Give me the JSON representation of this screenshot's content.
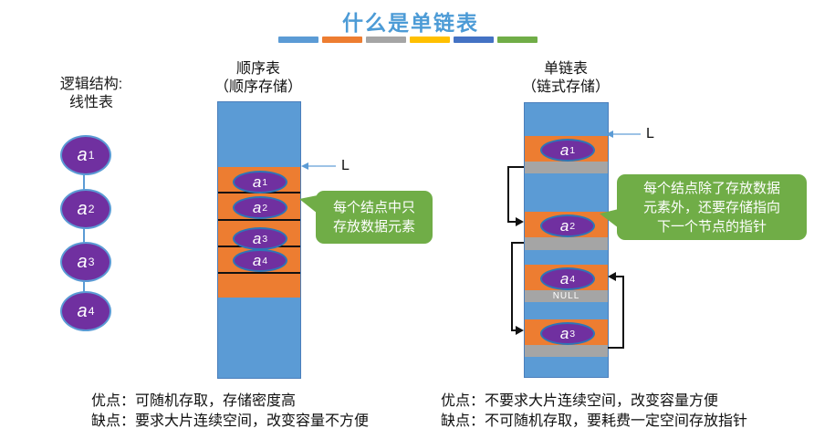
{
  "title": "什么是单链表",
  "colors": {
    "accent_blue": "#5B9BD5",
    "orange": "#ED7D31",
    "gray": "#A5A5A5",
    "gold": "#FFC000",
    "dark_blue": "#4472C4",
    "green": "#70AD47",
    "purple": "#7030A0"
  },
  "divider_bars": [
    {
      "name": "bar-blue",
      "color": "#5B9BD5"
    },
    {
      "name": "bar-orange",
      "color": "#ED7D31"
    },
    {
      "name": "bar-gray",
      "color": "#A5A5A5"
    },
    {
      "name": "bar-gold",
      "color": "#FFC000"
    },
    {
      "name": "bar-darkblue",
      "color": "#4472C4"
    },
    {
      "name": "bar-green",
      "color": "#70AD47"
    }
  ],
  "logical_list": {
    "heading_line1": "逻辑结构:",
    "heading_line2": "线性表",
    "nodes": [
      {
        "base": "a",
        "sub": "1"
      },
      {
        "base": "a",
        "sub": "2"
      },
      {
        "base": "a",
        "sub": "3"
      },
      {
        "base": "a",
        "sub": "4"
      }
    ]
  },
  "sequential_list": {
    "heading_line1": "顺序表",
    "heading_line2": "（顺序存储）",
    "pointer_label": "L",
    "nodes": [
      {
        "base": "a",
        "sub": "1"
      },
      {
        "base": "a",
        "sub": "2"
      },
      {
        "base": "a",
        "sub": "3"
      },
      {
        "base": "a",
        "sub": "4"
      }
    ],
    "callout_line1": "每个结点中只",
    "callout_line2": "存放数据元素",
    "pros": "优点：可随机存取，存储密度高",
    "cons": "缺点：要求大片连续空间，改变容量不方便"
  },
  "linked_list": {
    "heading_line1": "单链表",
    "heading_line2": "（链式存储）",
    "pointer_label": "L",
    "null_label": "NULL",
    "nodes": [
      {
        "base": "a",
        "sub": "1"
      },
      {
        "base": "a",
        "sub": "2"
      },
      {
        "base": "a",
        "sub": "4"
      },
      {
        "base": "a",
        "sub": "3"
      }
    ],
    "callout_line1": "每个结点除了存放数据",
    "callout_line2": "元素外，还要存储指向",
    "callout_line3": "下一个节点的指针",
    "pros": "优点：不要求大片连续空间，改变容量方便",
    "cons": "缺点：不可随机存取，要耗费一定空间存放指针"
  }
}
